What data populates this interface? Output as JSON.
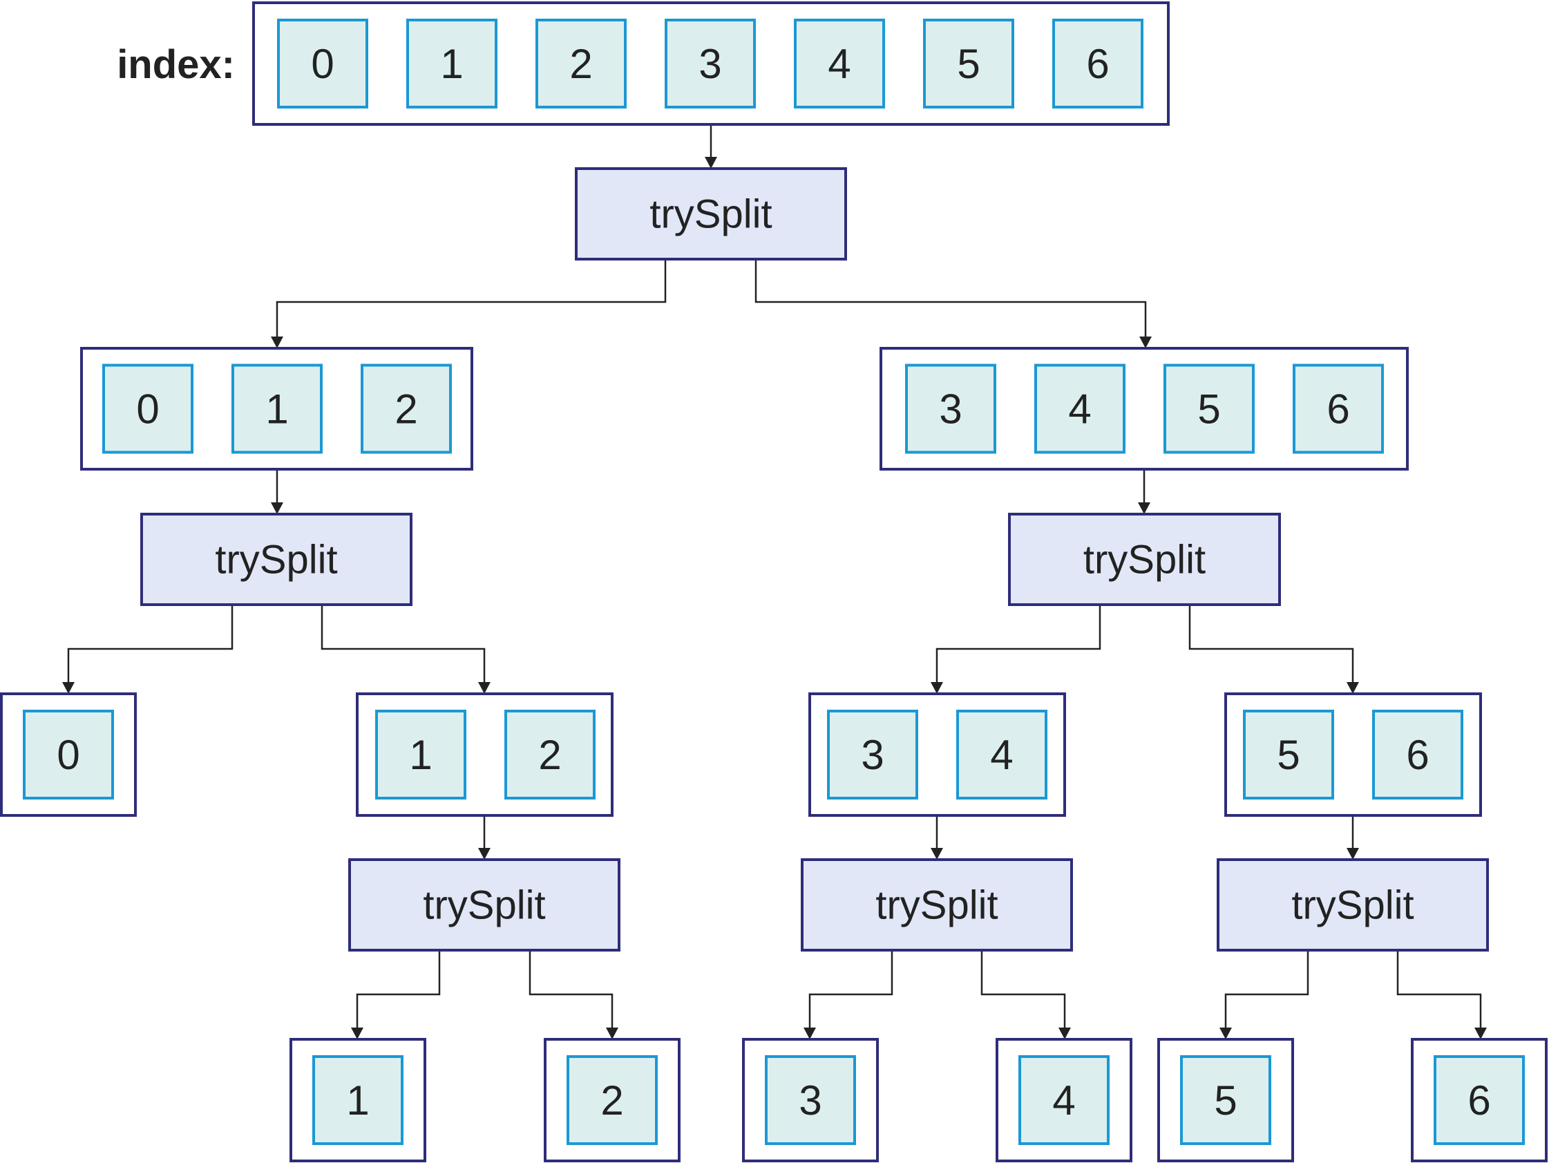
{
  "index_label": "index:",
  "split_label": "trySplit",
  "groups": {
    "root": [
      "0",
      "1",
      "2",
      "3",
      "4",
      "5",
      "6"
    ],
    "left": [
      "0",
      "1",
      "2"
    ],
    "right": [
      "3",
      "4",
      "5",
      "6"
    ],
    "left_left": [
      "0"
    ],
    "left_right": [
      "1",
      "2"
    ],
    "right_left": [
      "3",
      "4"
    ],
    "right_right": [
      "5",
      "6"
    ],
    "leaf_1": [
      "1"
    ],
    "leaf_2": [
      "2"
    ],
    "leaf_3": [
      "3"
    ],
    "leaf_4": [
      "4"
    ],
    "leaf_5": [
      "5"
    ],
    "leaf_6": [
      "6"
    ]
  }
}
